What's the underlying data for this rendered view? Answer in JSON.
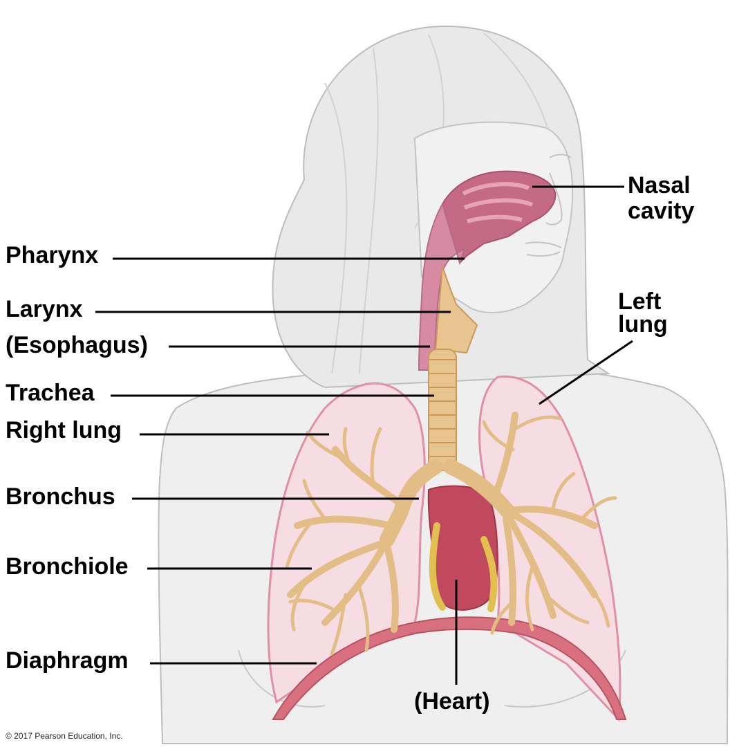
{
  "labels": {
    "nasal_line1": "Nasal",
    "nasal_line2": "cavity",
    "pharynx": "Pharynx",
    "larynx": "Larynx",
    "esophagus": "(Esophagus)",
    "trachea": "Trachea",
    "right_lung": "Right lung",
    "left_line1": "Left",
    "left_line2": "lung",
    "bronchus": "Bronchus",
    "bronchiole": "Bronchiole",
    "diaphragm": "Diaphragm",
    "heart": "(Heart)"
  },
  "credit": "© 2017 Pearson Education, Inc.",
  "colors": {
    "body_fill": "#efefef",
    "hair_fill": "#e8e8e8",
    "outline": "#b9b9b9",
    "lung_fill": "#f6dde3",
    "lung_edge": "#df8fa6",
    "airway": "#e8c48f",
    "airway_dark": "#c99a5a",
    "nasal": "#c46a86",
    "heart": "#c0495e",
    "diaphragm": "#d8707f"
  }
}
